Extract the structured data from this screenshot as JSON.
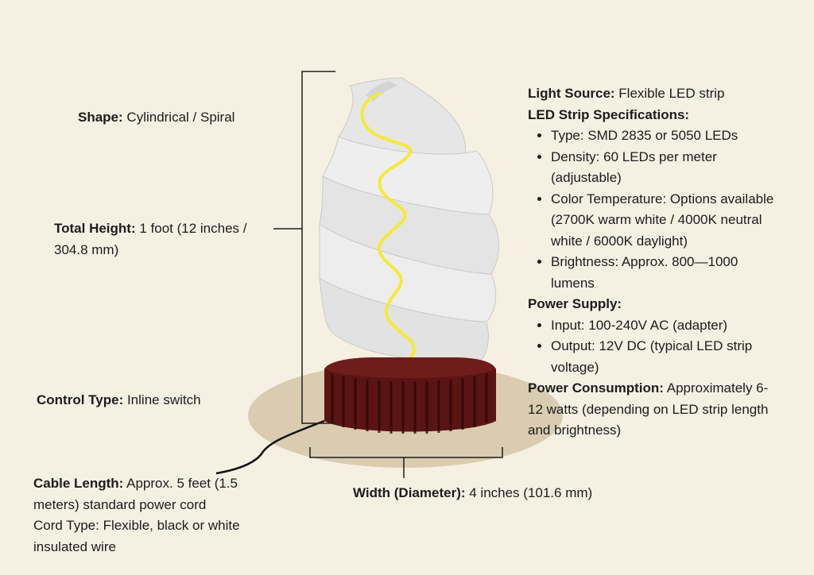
{
  "colors": {
    "background": "#f6f0e2",
    "base_shadow": "#d9ccb1",
    "base": "#5b1414",
    "spiral": "#e9e9e9",
    "led": "#f4ea3a",
    "text": "#1c1c1c"
  },
  "left": {
    "shape": {
      "label": "Shape:",
      "value": " Cylindrical / Spiral"
    },
    "height": {
      "label": "Total Height:",
      "value": " 1 foot (12 inches / 304.8 mm)"
    },
    "control": {
      "label": "Control Type:",
      "value": " Inline switch"
    },
    "cable": {
      "label": "Cable Length:",
      "value": " Approx. 5 feet (1.5 meters) standard power cord",
      "cord_type": "Cord Type: Flexible, black or white insulated wire"
    }
  },
  "width": {
    "label": "Width (Diameter):",
    "value": " 4 inches (101.6 mm)"
  },
  "right": {
    "light_source": {
      "label": "Light Source:",
      "value": " Flexible LED strip"
    },
    "led_specs_heading": "LED Strip Specifications:",
    "led_specs": [
      "Type: SMD 2835 or 5050 LEDs",
      "Density: 60 LEDs per meter (adjustable)",
      "Color Temperature: Options available (2700K warm white / 4000K neutral white / 6000K daylight)",
      "Brightness: Approx. 800—1000 lumens"
    ],
    "power_supply_heading": "Power Supply:",
    "power_supply": [
      "Input: 100-240V AC (adapter)",
      "Output: 12V DC (typical LED strip voltage)"
    ],
    "consumption": {
      "label": "Power Consumption:",
      "value": " Approximately 6-12 watts (depending on LED strip length and brightness)"
    }
  }
}
